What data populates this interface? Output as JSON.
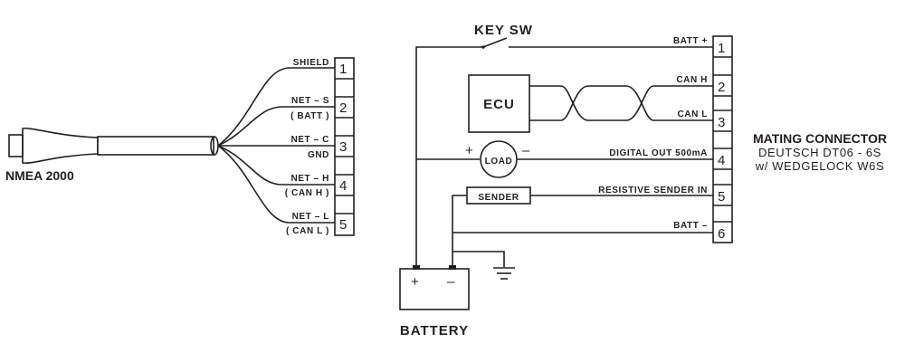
{
  "nmea": {
    "title": "NMEA  2000",
    "pins": [
      {
        "num": "1",
        "line1": "SHIELD",
        "line2": ""
      },
      {
        "num": "2",
        "line1": "NET – S",
        "line2": "( BATT )"
      },
      {
        "num": "3",
        "line1": "NET – C",
        "line2": "GND"
      },
      {
        "num": "4",
        "line1": "NET – H",
        "line2": "( CAN H )"
      },
      {
        "num": "5",
        "line1": "NET – L",
        "line2": "( CAN L )"
      }
    ]
  },
  "circuit": {
    "key_switch": "KEY SW",
    "ecu": "ECU",
    "load": "LOAD",
    "load_plus": "+",
    "load_minus": "–",
    "sender": "SENDER",
    "battery": "BATTERY",
    "battery_plus": "+",
    "battery_minus": "–"
  },
  "connector": {
    "pins": [
      {
        "num": "1",
        "label": "BATT +"
      },
      {
        "num": "2",
        "label": "CAN  H"
      },
      {
        "num": "3",
        "label": "CAN  L"
      },
      {
        "num": "4",
        "label": "DIGITAL OUT 500mA"
      },
      {
        "num": "5",
        "label": "RESISTIVE  SENDER  IN"
      },
      {
        "num": "6",
        "label": "BATT –"
      }
    ],
    "title": "MATING CONNECTOR",
    "subtitle1": "DEUTSCH  DT06 - 6S",
    "subtitle2": "w/  WEDGELOCK  W6S"
  }
}
